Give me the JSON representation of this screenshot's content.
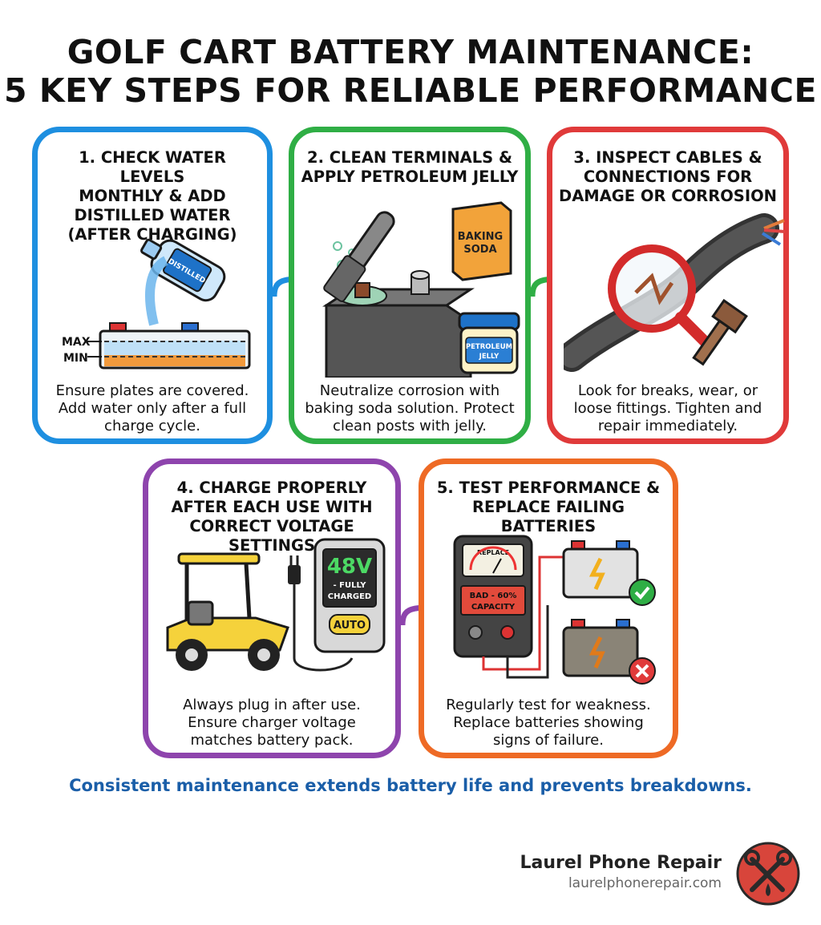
{
  "header": {
    "title_line1": "GOLF CART BATTERY MAINTENANCE:",
    "title_line2": "5 KEY STEPS FOR RELIABLE PERFORMANCE"
  },
  "steps": [
    {
      "title_lines": [
        "1. CHECK WATER LEVELS",
        "MONTHLY & ADD",
        "DISTILLED WATER",
        "(AFTER CHARGING)"
      ],
      "desc_lines": [
        "Ensure plates are covered.",
        "Add water only after a full",
        "charge cycle."
      ],
      "art_labels": {
        "max": "MAX",
        "min": "MIN",
        "bottle": "DISTILLED"
      },
      "color": "#1e8fe0"
    },
    {
      "title_lines": [
        "2. CLEAN TERMINALS &",
        "APPLY PETROLEUM JELLY"
      ],
      "desc_lines": [
        "Neutralize corrosion with",
        "baking soda solution. Protect",
        "clean posts with jelly."
      ],
      "art_labels": {
        "box_line1": "BAKING",
        "box_line2": "SODA",
        "jar_line1": "PETROLEUM",
        "jar_line2": "JELLY"
      },
      "color": "#2fae45"
    },
    {
      "title_lines": [
        "3. INSPECT CABLES &",
        "CONNECTIONS FOR",
        "DAMAGE OR CORROSION"
      ],
      "desc_lines": [
        "Look for breaks, wear, or",
        "loose fittings. Tighten and",
        "repair immediately."
      ],
      "color": "#e03a3a"
    },
    {
      "title_lines": [
        "4. CHARGE PROPERLY",
        "AFTER EACH USE WITH",
        "CORRECT VOLTAGE SETTINGS"
      ],
      "desc_lines": [
        "Always plug in after use.",
        "Ensure charger voltage",
        "matches battery pack."
      ],
      "art_labels": {
        "voltage": "48V",
        "status_line1": "- FULLY",
        "status_line2": "CHARGED",
        "mode": "AUTO"
      },
      "color": "#8e44ad"
    },
    {
      "title_lines": [
        "5. TEST PERFORMANCE &",
        "REPLACE FAILING BATTERIES"
      ],
      "desc_lines": [
        "Regularly test for weakness.",
        "Replace batteries showing",
        "signs of failure."
      ],
      "art_labels": {
        "meter_top": "REPLACE",
        "meter_line1": "BAD - 60%",
        "meter_line2": "CAPACITY"
      },
      "color": "#ee6a25"
    }
  ],
  "footer": {
    "tagline": "Consistent maintenance extends battery life and prevents breakdowns.",
    "brand_name": "Laurel Phone Repair",
    "brand_url": "laurelphonerepair.com"
  }
}
